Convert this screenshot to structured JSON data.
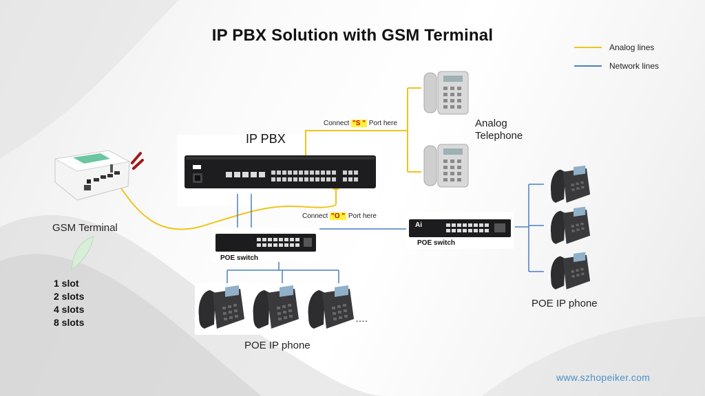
{
  "title": "IP PBX Solution with GSM Terminal",
  "legend": {
    "analog": {
      "label": "Analog lines",
      "color": "#f0c419"
    },
    "network": {
      "label": "Network lines",
      "color": "#4a7fc0"
    }
  },
  "labels": {
    "ip_pbx": "IP PBX",
    "gsm_terminal": "GSM Terminal",
    "analog_telephone_line1": "Analog",
    "analog_telephone_line2": "Telephone",
    "connect_s_prefix": "Connect ",
    "connect_s_port": "\"S \"",
    "connect_s_suffix": " Port here",
    "connect_o_prefix": "Connect ",
    "connect_o_port": "\"O \"",
    "connect_o_suffix": " Port here",
    "poe_switch_left": "POE switch",
    "poe_switch_right": "POE switch",
    "poe_ip_phone_bottom": "POE IP phone",
    "poe_ip_phone_right": "POE IP phone",
    "ellipsis": "….",
    "website": "www.szhopeiker.com",
    "switch_brand": "Ai"
  },
  "slots": [
    "1 slot",
    "2 slots",
    "4 slots",
    "8 slots"
  ]
}
